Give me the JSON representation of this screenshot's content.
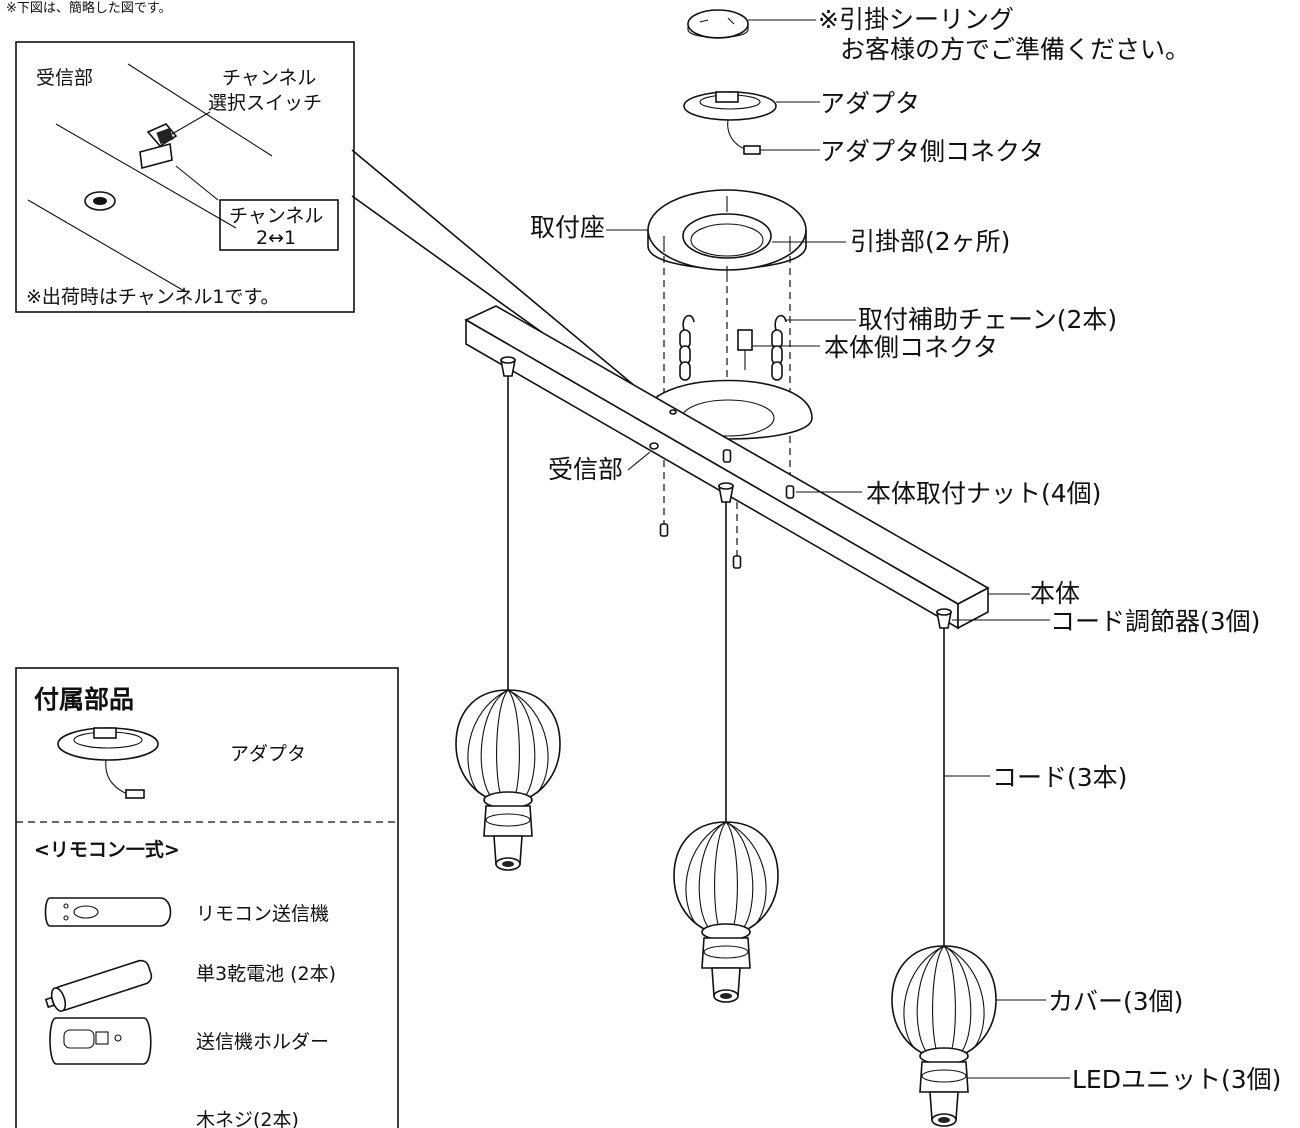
{
  "top_note": "※下図は、簡略した図です。",
  "inset": {
    "receiver_label": "受信部",
    "channel_switch_line1": "チャンネル",
    "channel_switch_line2": "選択スイッチ",
    "channel_box_line1": "チャンネル",
    "channel_box_line2": "2↔1",
    "shipping_note": "※出荷時はチャンネル1です。"
  },
  "labels": {
    "ceiling": "※引掛シーリング",
    "ceiling_note": "お客様の方でご準備ください。",
    "adapter": "アダプタ",
    "adapter_connector": "アダプタ側コネクタ",
    "mount_base": "取付座",
    "hook_part": "引掛部(2ヶ所)",
    "chain": "取付補助チェーン(2本)",
    "body_connector": "本体側コネクタ",
    "receiver": "受信部",
    "body_nut": "本体取付ナット(4個)",
    "body": "本体",
    "cord_adjuster": "コード調節器(3個)",
    "cord": "コード(3本)",
    "cover": "カバー(3個)",
    "led_unit": "LEDユニット(3個)"
  },
  "accessories": {
    "title": "付属部品",
    "adapter": "アダプタ",
    "remote_set": "<リモコン一式>",
    "remote": "リモコン送信機",
    "battery": "単3乾電池 (2本)",
    "holder": "送信機ホルダー",
    "screws": "木ネジ(2本)"
  }
}
